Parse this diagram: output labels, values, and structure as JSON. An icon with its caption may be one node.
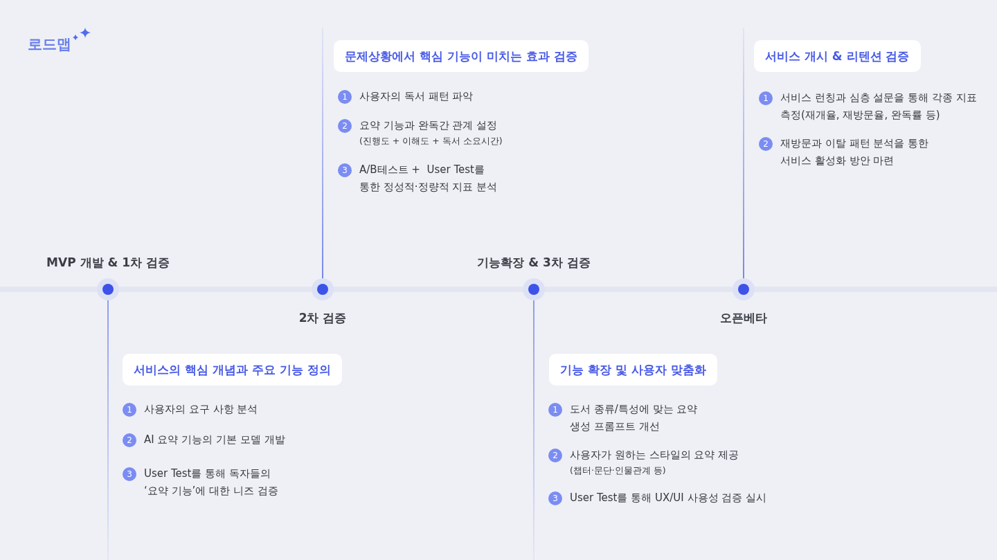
{
  "diagram": {
    "title": "로드맵",
    "nodes": [
      {
        "text": [
          "서비스의 핵심 개념과 주요 기능 정의"
        ]
      },
      {
        "text": [
          "문제상황에서 핵심 기능이 미치는 효과 검증"
        ]
      },
      {
        "text": [
          "기능 확장 및 사용자 맞춤화"
        ]
      },
      {
        "text": [
          "서비스 개시 & 리텐션 검증"
        ]
      }
    ],
    "edges": [],
    "labels": [
      "MVP 개발 & 1차 검증",
      "1",
      "사용자의 요구 사항 분석",
      "2",
      "AI 요약 기능의 기본 모델 개발",
      "3",
      "User Test를 통해 독자들의 ‘요약 기능’에 대한 니즈 검증",
      "2차 검증",
      "1",
      "사용자의 독서 패턴 파악",
      "2",
      "요약 기능과 완독간 관계 설정",
      "(진행도 + 이해도 + 독서 소요시간)",
      "3",
      "A/B테스트 +  User Test를 통한 정성적·정량적 지표 분석",
      "기능확장 & 3차 검증",
      "1",
      "도서 종류/특성에 맞는 요약 생성 프롬프트 개선",
      "2",
      "사용자가 원하는 스타일의 요약 제공",
      "(챕터·문단·인물관계 등)",
      "3",
      "User Test를 통해 UX/UI 사용성 검증 실시",
      "오픈베타",
      "1",
      "서비스 런칭과 심층 설문을 통해 각종 지표 측정(재개율, 재방문율, 완독률 등)",
      "2",
      "재방문과 이탈 패턴 분석을 통한 서비스 활성화 방안 마련"
    ]
  }
}
